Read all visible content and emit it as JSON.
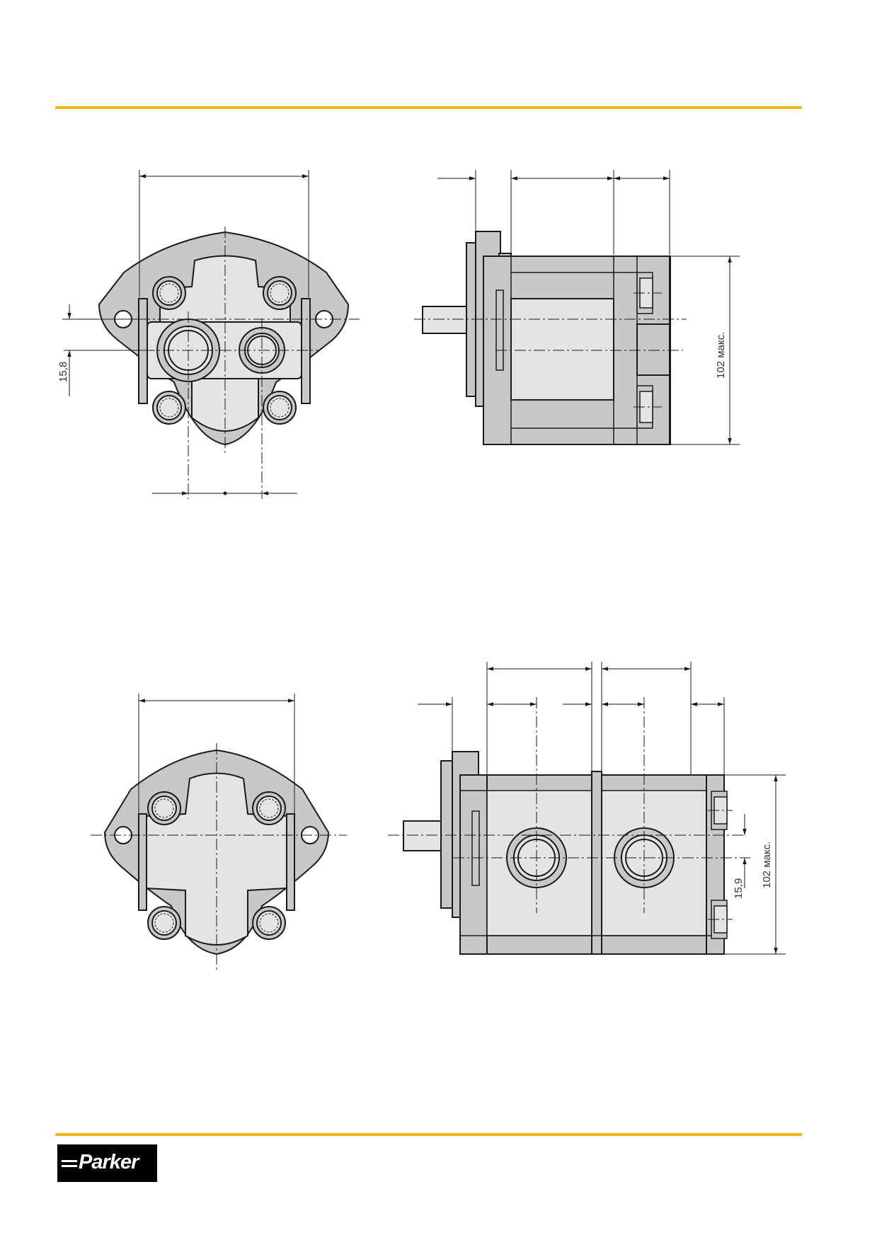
{
  "colors": {
    "accent": "#f2b517",
    "body_fill": "#c8c8c8",
    "light_fill": "#e4e4e4",
    "line": "#1a1a1a"
  },
  "views": {
    "single_pump": {
      "dim_offset": "15,8",
      "dim_height": "102 макс."
    },
    "double_pump": {
      "dim_offset": "15,9",
      "dim_height": "102 макс."
    }
  },
  "brand": {
    "logo_text": "Parker"
  }
}
